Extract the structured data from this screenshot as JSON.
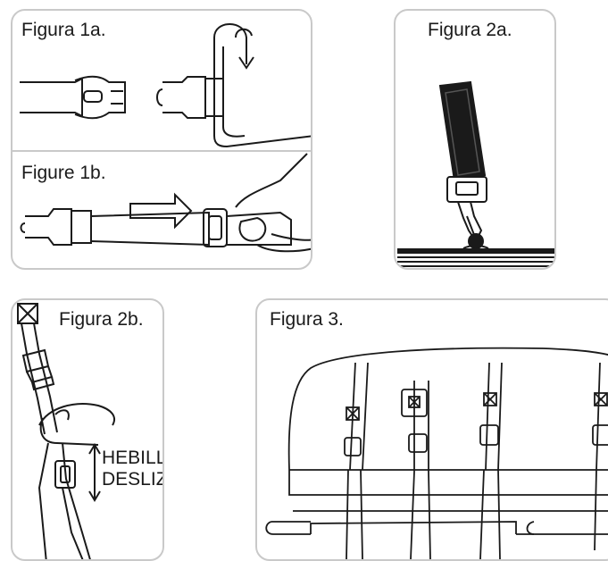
{
  "figures": {
    "fig1a": {
      "label": "Figura 1a."
    },
    "fig1b": {
      "label": "Figure 1b."
    },
    "fig2a": {
      "label": "Figura 2a."
    },
    "fig2b": {
      "label": "Figura 2b.",
      "callout_line1": "HEBILLA",
      "callout_line2": "DESLIZANTE"
    },
    "fig3": {
      "label": "Figura 3."
    }
  }
}
